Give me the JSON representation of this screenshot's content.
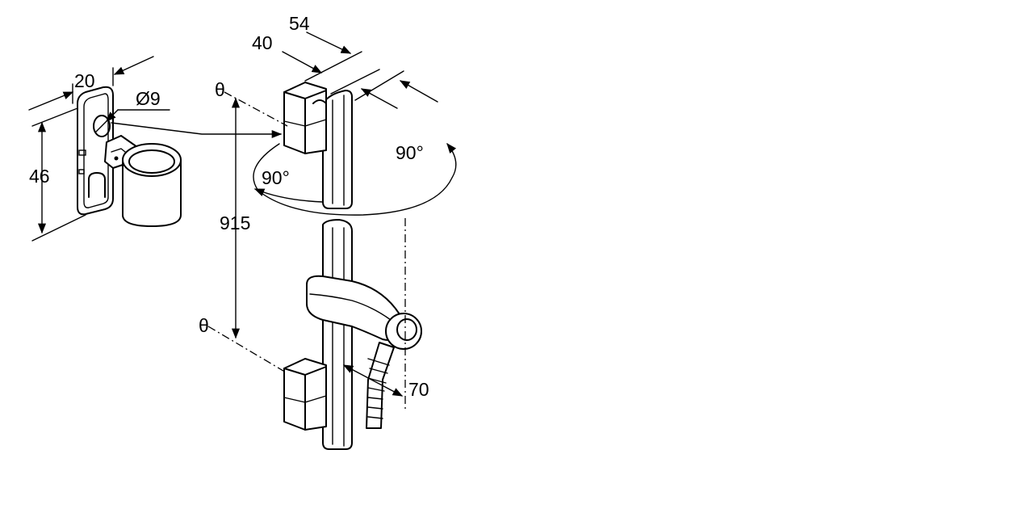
{
  "drawing": {
    "palette": {
      "line": "#000000",
      "background": "#ffffff"
    },
    "dimensions": {
      "bracket_depth": "20",
      "hole_diameter": "Ø9",
      "bracket_height": "46",
      "rail_width": "54",
      "rail_depth": "40",
      "rail_length": "915",
      "rotation_right": "90°",
      "rotation_left": "90°",
      "holder_offset": "70"
    }
  }
}
